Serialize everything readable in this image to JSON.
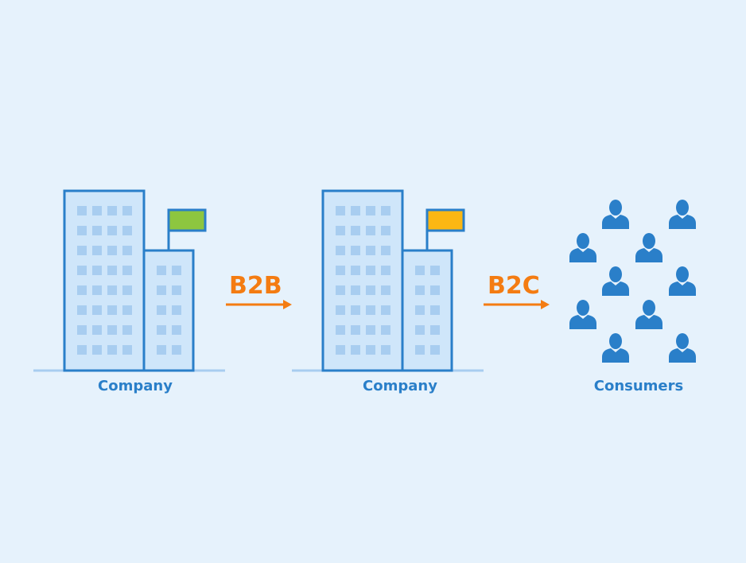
{
  "nodes": [
    {
      "label": "Company",
      "flag_color": "#8dc63f"
    },
    {
      "label": "Company",
      "flag_color": "#fbb713"
    },
    {
      "label": "Consumers"
    }
  ],
  "edges": [
    {
      "label": "B2B",
      "from": 0,
      "to": 1
    },
    {
      "label": "B2C",
      "from": 1,
      "to": 2
    }
  ],
  "colors": {
    "background": "#e6f2fc",
    "outline": "#2a7fc9",
    "building_fill": "#cfe6fa",
    "window": "#a8cdf0",
    "ground": "#a8cdf0",
    "arrow": "#f47c12",
    "person": "#2a7fc9"
  },
  "icons": [
    "office-building-icon",
    "flag-icon",
    "person-icon",
    "arrow-right-icon"
  ]
}
